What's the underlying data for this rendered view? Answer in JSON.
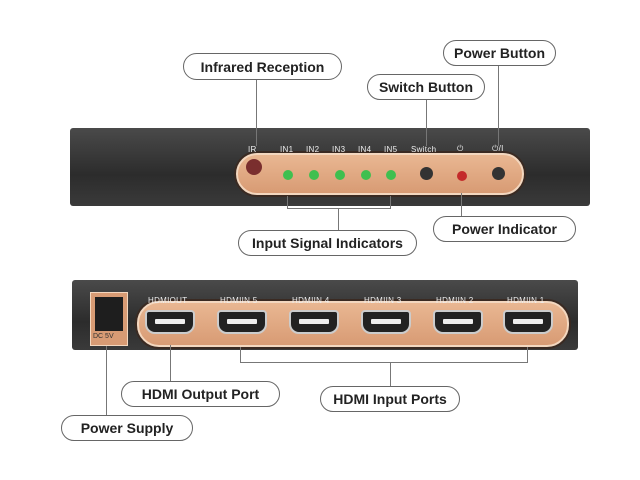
{
  "callouts": {
    "infrared": "Infrared Reception",
    "switch": "Switch Button",
    "power_button": "Power Button",
    "power_indicator": "Power Indicator",
    "input_signal": "Input Signal Indicators",
    "hdmi_out": "HDMI Output Port",
    "hdmi_in": "HDMI Input Ports",
    "power_supply": "Power Supply"
  },
  "front": {
    "labels": [
      "IR",
      "IN1",
      "IN2",
      "IN3",
      "IN4",
      "IN5",
      "Switch",
      "⏻",
      "⏻/I"
    ]
  },
  "rear": {
    "dc": "DC 5V",
    "ports": [
      "HDMIOUT",
      "HDMIIN 5",
      "HDMIIN 4",
      "HDMIIN 3",
      "HDMIIN 2",
      "HDMIIN 1"
    ]
  },
  "colors": {
    "panel": "#dfa27b",
    "led_green": "#3fbf4f",
    "led_red": "#c42a2a",
    "ir": "#7a2e2e"
  }
}
